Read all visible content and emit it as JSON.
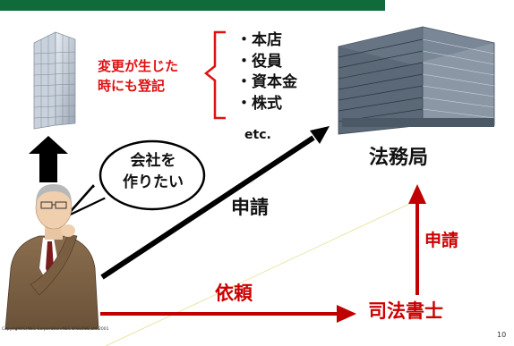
{
  "note": {
    "line1": "変更が生じた",
    "line2": "時にも登記"
  },
  "items": [
    "・本店",
    "・役員",
    "・資本金",
    "・株式"
  ],
  "etc": "etc.",
  "office": "法務局",
  "bubble": {
    "line1": "会社を",
    "line2": "作りたい"
  },
  "apply_main": "申請",
  "apply_scrivener": "申請",
  "request": "依頼",
  "scrivener": "司法書士",
  "copyright": "Copyright(C)NEC Corporation/NEC BIGLOBE,Ltd.2001",
  "page_number": "10",
  "colors": {
    "header": "#0f6b3a",
    "red": "#c00000",
    "note_red": "#e01010",
    "black": "#000000"
  }
}
